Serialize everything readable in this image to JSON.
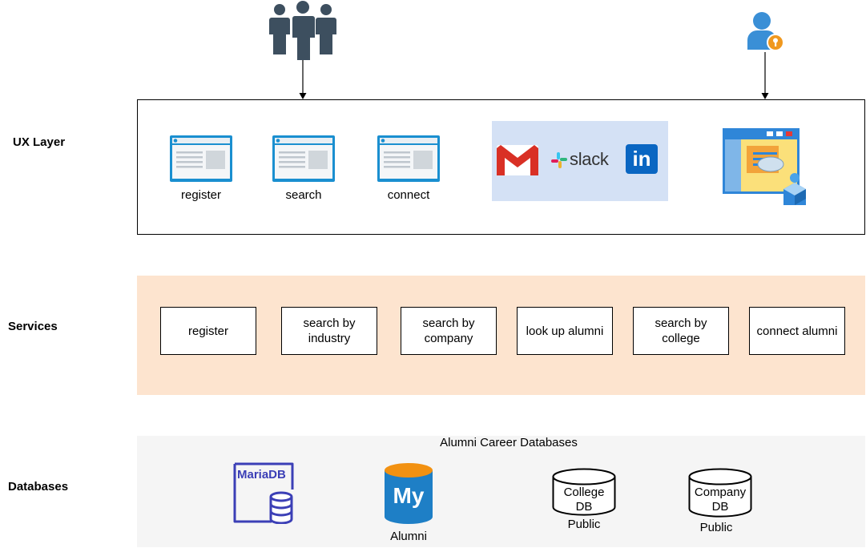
{
  "layers": {
    "ux": "UX Layer",
    "services": "Services",
    "databases": "Databases"
  },
  "ux": {
    "pages": [
      "register",
      "search",
      "connect"
    ],
    "social": {
      "slack": "slack",
      "linkedin": "in"
    }
  },
  "services": [
    {
      "label": "register"
    },
    {
      "label": "search by industry"
    },
    {
      "label": "search by company"
    },
    {
      "label": "look up alumni"
    },
    {
      "label": "search by college"
    },
    {
      "label": "connect alumni"
    }
  ],
  "databases": {
    "title": "Alumni Career Databases",
    "mariadb": {
      "logo_text": "MariaDB"
    },
    "mysql": {
      "logo_text": "My",
      "caption": "Alumni"
    },
    "college": {
      "name_line1": "College",
      "name_line2": "DB",
      "caption": "Public"
    },
    "company": {
      "name_line1": "Company",
      "name_line2": "DB",
      "caption": "Public"
    }
  },
  "colors": {
    "person_icon": "#3d4f5f",
    "admin_icon": "#3a8fd6",
    "key_badge": "#f0981e",
    "browser_blue": "#1a8fd0",
    "services_band": "#fde4cf",
    "databases_band": "#f5f5f5",
    "social_panel": "#d4e1f5",
    "gmail_red": "#d93025",
    "linkedin_blue": "#0a66c2",
    "mariadb_blue": "#3b3fb6",
    "mysql_blue": "#1e7fc6",
    "mysql_orange": "#f29111"
  }
}
